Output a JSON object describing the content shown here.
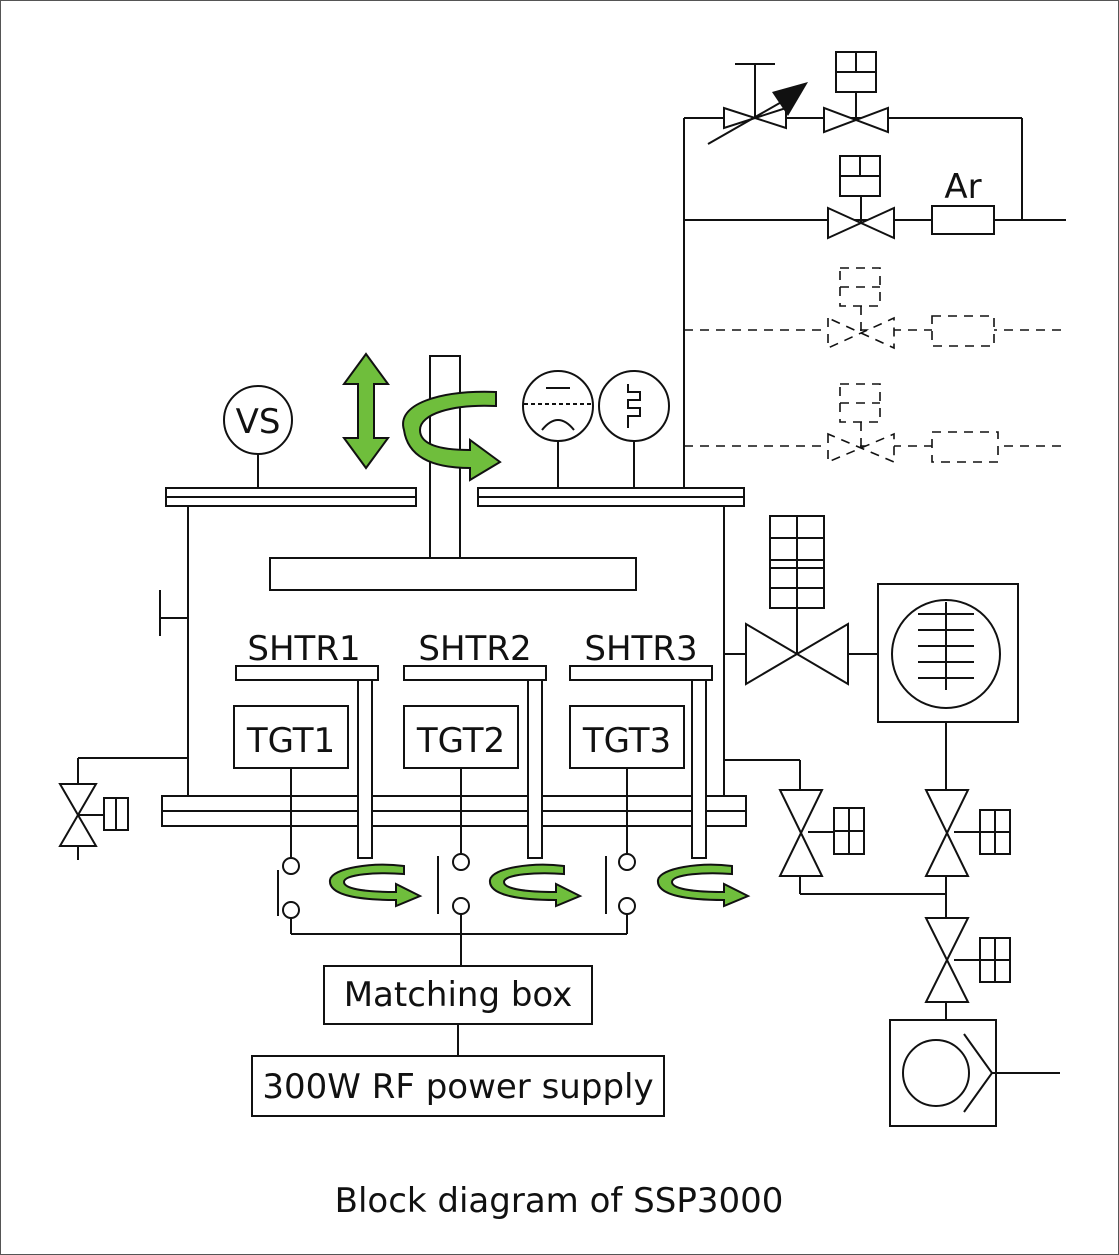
{
  "diagram": {
    "caption": "Block diagram of SSP3000",
    "gauge_label": "VS",
    "gas_label": "Ar",
    "shutters": [
      "SHTR1",
      "SHTR2",
      "SHTR3"
    ],
    "targets": [
      "TGT1",
      "TGT2",
      "TGT3"
    ],
    "matching_box": "Matching box",
    "power_supply": "300W RF power supply"
  },
  "colors": {
    "line": "#111111",
    "motion_arrow": "#6fbe3c",
    "background": "#ffffff"
  }
}
